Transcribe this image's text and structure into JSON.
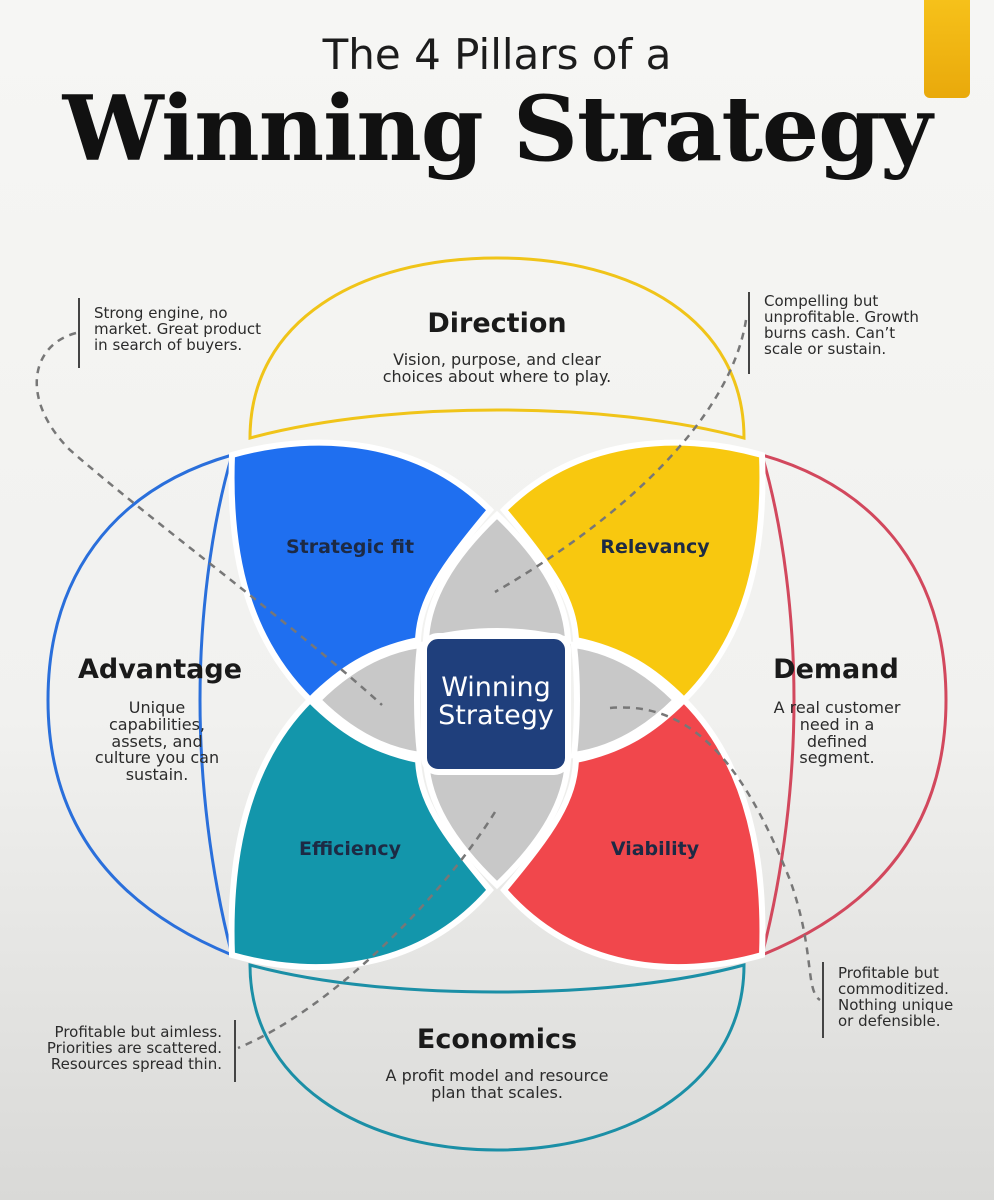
{
  "title": {
    "line1": "The 4 Pillars of a",
    "line2": "Winning Strategy"
  },
  "pillars": {
    "direction": {
      "title": "Direction",
      "desc": "Vision, purpose, and clear choices about where to play."
    },
    "advantage": {
      "title": "Advantage",
      "desc": "Unique capabilities, assets, and culture you can sustain."
    },
    "demand": {
      "title": "Demand",
      "desc": "A real customer need in a defined segment."
    },
    "economics": {
      "title": "Economics",
      "desc": "A profit model and resource plan that scales."
    }
  },
  "petals": {
    "strategic_fit": "Strategic fit",
    "relevancy": "Relevancy",
    "efficiency": "Efficiency",
    "viability": "Viability"
  },
  "center": {
    "line1": "Winning",
    "line2": "Strategy"
  },
  "notes": {
    "top_left": [
      "Strong engine, no",
      "market. Great product",
      "in search of buyers."
    ],
    "top_right": [
      "Compelling but",
      "unprofitable. Growth",
      "burns cash. Can’t",
      "scale or sustain."
    ],
    "bottom_left": [
      "Profitable but aimless.",
      "Priorities are scattered.",
      "Resources spread thin."
    ],
    "bottom_right": [
      "Profitable but",
      "commoditized.",
      "Nothing unique",
      "or defensible."
    ]
  },
  "colors": {
    "direction": "#f0c419",
    "advantage": "#2a6fdb",
    "demand": "#d2485d",
    "economics": "#1b8fa6",
    "strategic_fit": "#1f6ff0",
    "relevancy": "#f8c80f",
    "efficiency": "#1396ab",
    "viability": "#f1474c",
    "center": "#1f3f7c",
    "overlap": "#c8c8c8"
  }
}
